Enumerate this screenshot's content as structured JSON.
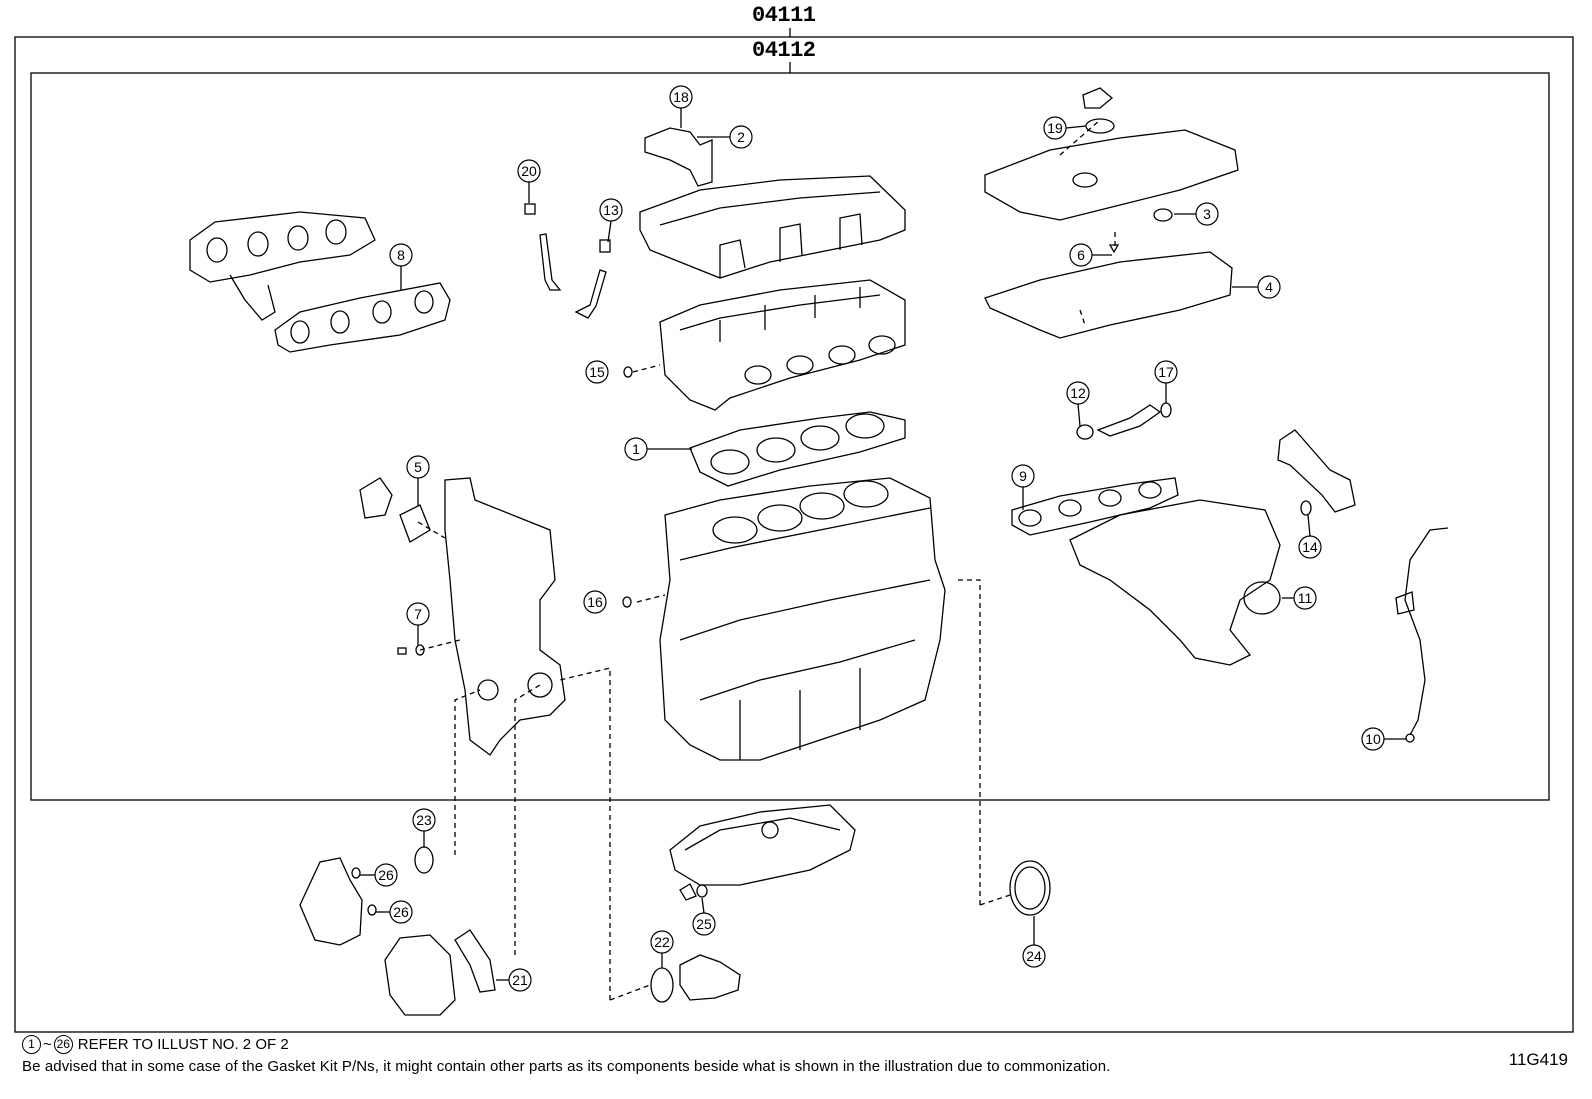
{
  "kits": {
    "outer": "04111",
    "inner": "04112"
  },
  "callouts": [
    "1",
    "2",
    "3",
    "4",
    "5",
    "6",
    "7",
    "8",
    "9",
    "10",
    "11",
    "12",
    "13",
    "14",
    "15",
    "16",
    "17",
    "18",
    "19",
    "20",
    "21",
    "22",
    "23",
    "24",
    "25",
    "26",
    "26"
  ],
  "notes": {
    "refer_start": "1",
    "refer_tilde": "~",
    "refer_end": "26",
    "refer_text": "REFER TO ILLUST NO. 2 OF 2",
    "advisory": "Be advised that in some case of the Gasket Kit P/Ns,  it might contain other parts as its components beside what is shown in the illustration due to commonization."
  },
  "figure_code": "11G419"
}
